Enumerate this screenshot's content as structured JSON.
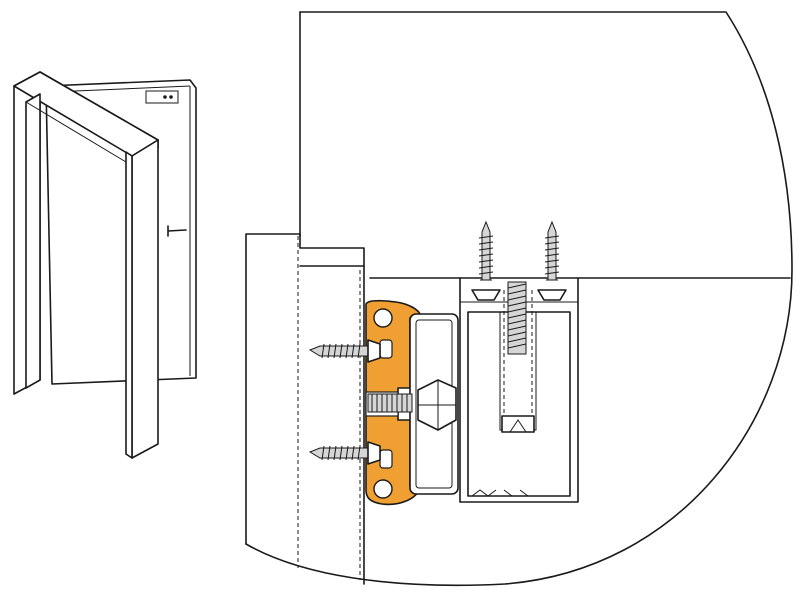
{
  "diagram": {
    "overview_illustration": "open-door",
    "detail_illustration": "hinge-mount-cross-section",
    "colors": {
      "line": "#1a1a1a",
      "background": "#ffffff",
      "highlight_profile": "#f0a033",
      "screw_fill": "#d6d6d6"
    },
    "components": {
      "door_frame": "frame",
      "door_leaf": "leaf",
      "hinge_profile": "orange-profile",
      "mounting_screws": 4,
      "adjustment_bolt": 1
    }
  }
}
